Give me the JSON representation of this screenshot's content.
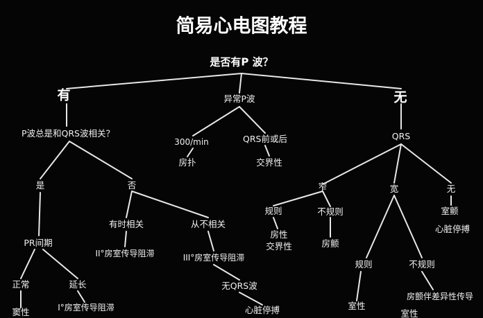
{
  "title": "简易心电图教程",
  "root": "是否有P 波？",
  "branch_yes": "有",
  "branch_abnormal": "异常P波",
  "branch_no": "无",
  "yes_question": "P波总是和QRS波相关？",
  "yes": "是",
  "no": "否",
  "pr_interval": "PR间期",
  "normal": "正常",
  "sinus": "窦性",
  "prolonged": "延长",
  "av_block_1": "I°房室传导阻滞",
  "sometimes_related": "有时相关",
  "av_block_2": "II°房室传导阻滞",
  "never_related": "从不相关",
  "av_block_3": "III°房室传导阻滞",
  "no_qrs": "无QRS波",
  "cardiac_arrest_1": "心脏停搏",
  "rate_300": "300/min",
  "flutter": "房扑",
  "qrs_before_after": "QRS前或后",
  "junctional": "交界性",
  "qrs": "QRS",
  "narrow": "窄",
  "regular_1": "规则",
  "atrial_junctional": "房性\n交界性",
  "irregular_1": "不规则",
  "afib": "房颤",
  "wide": "宽",
  "regular_2": "规则",
  "ventricular_1": "室性",
  "irregular_2": "不规则",
  "afib_aberrant": "房颤伴差异性传导",
  "ventricular_2": "室性",
  "none": "无",
  "vfib": "室颤",
  "cardiac_arrest_2": "心脏停搏"
}
